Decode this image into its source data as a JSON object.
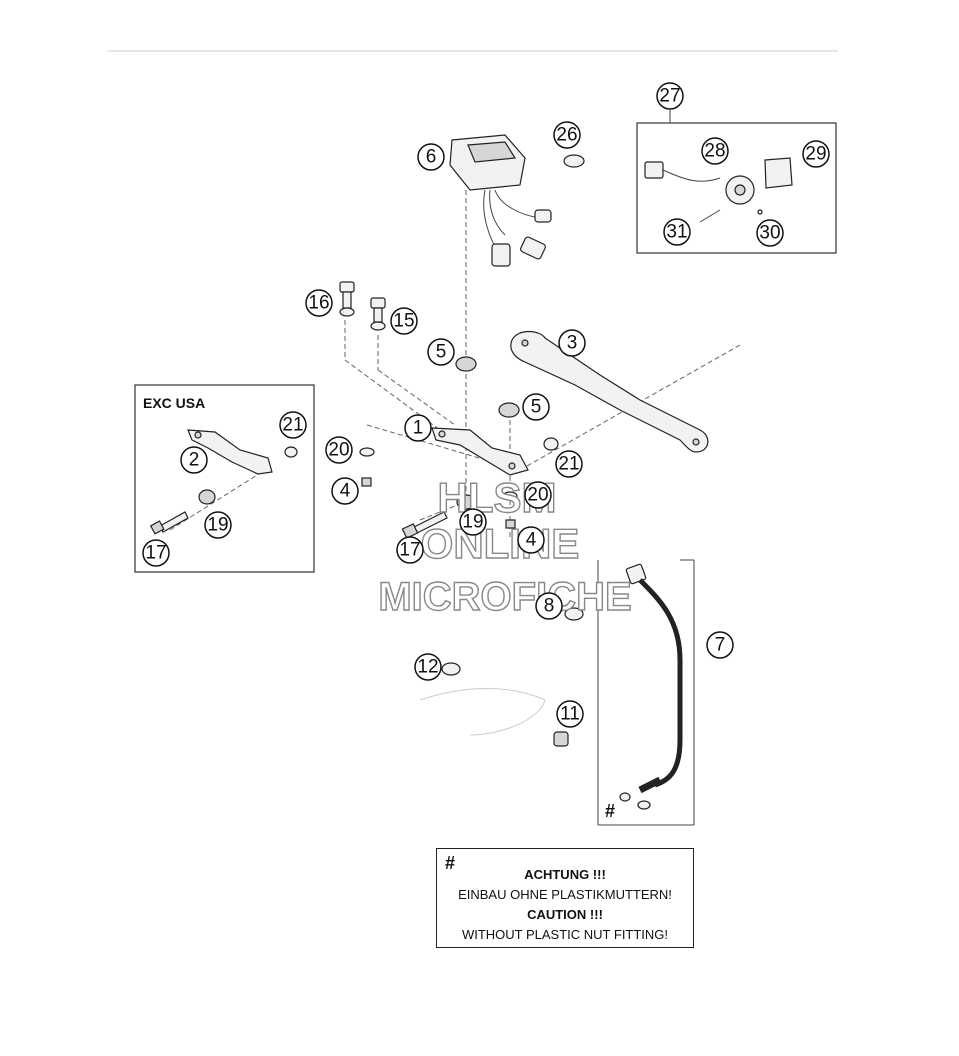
{
  "callouts": {
    "c1": "1",
    "c2": "2",
    "c3": "3",
    "c4a": "4",
    "c4b": "4",
    "c5a": "5",
    "c5b": "5",
    "c6": "6",
    "c7": "7",
    "c8": "8",
    "c11": "11",
    "c12": "12",
    "c15": "15",
    "c16": "16",
    "c17a": "17",
    "c17b": "17",
    "c19a": "19",
    "c19b": "19",
    "c20a": "20",
    "c20b": "20",
    "c21a": "21",
    "c21b": "21",
    "c26": "26",
    "c27": "27",
    "c28": "28",
    "c29": "29",
    "c30": "30",
    "c31": "31"
  },
  "inset_box": {
    "title": "EXC USA"
  },
  "hash_mark": "#",
  "notice": {
    "hash": "#",
    "line1": "ACHTUNG !!!",
    "line2": "EINBAU OHNE PLASTIKMUTTERN!",
    "line3": "CAUTION !!!",
    "line4": "WITHOUT PLASTIC NUT FITTING!"
  },
  "watermark": {
    "line1": "HLSM",
    "line2": "ONLINE",
    "line3": "MICROFICHE"
  }
}
